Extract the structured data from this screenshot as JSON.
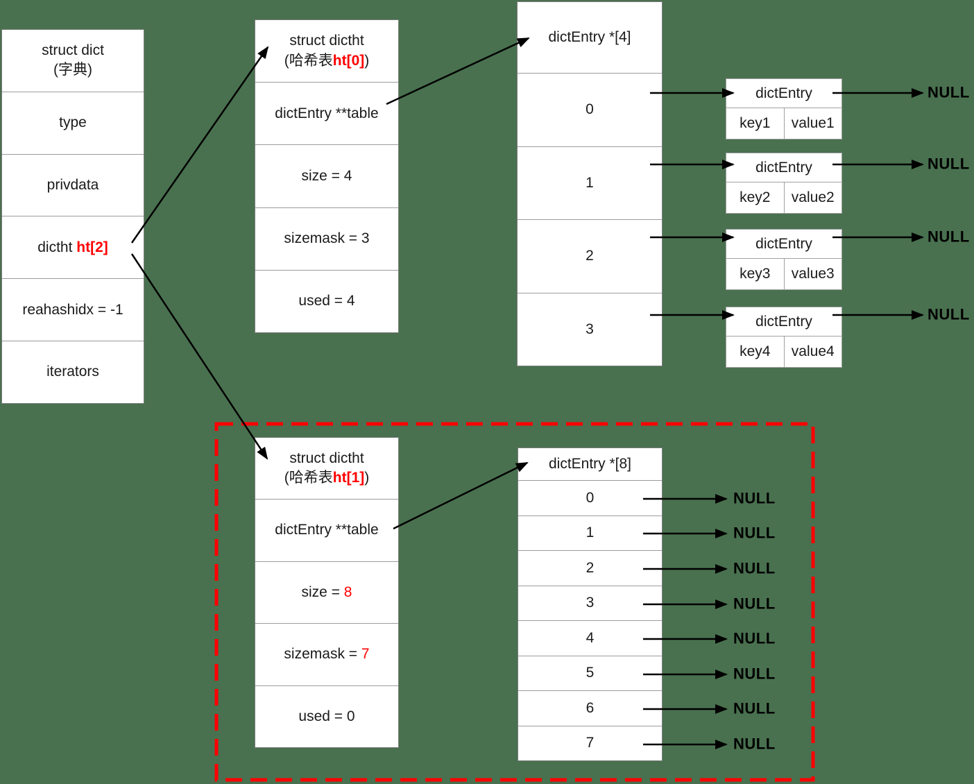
{
  "colors": {
    "background": "#49714f",
    "highlight_red": "#ff0000",
    "dashed_border": "#ff0000",
    "box_fill": "#ffffff",
    "arrow": "#000000"
  },
  "dict_box": {
    "title_line1": "struct dict",
    "title_line2": "(字典)",
    "row_type": "type",
    "row_privdata": "privdata",
    "row_dictht_prefix": "dictht ",
    "row_dictht_highlight": "ht[2]",
    "row_rehash": "reahashidx = -1",
    "row_iterators": "iterators"
  },
  "ht0_box": {
    "title_line1": "struct dictht",
    "title2_pre": "(哈希表",
    "title2_red": "ht[0]",
    "title2_post": ")",
    "row_table": "dictEntry **table",
    "row_size": "size = 4",
    "row_sizemask": "sizemask = 3",
    "row_used": "used = 4"
  },
  "ht1_box": {
    "title_line1": "struct dictht",
    "title2_pre": "(哈希表",
    "title2_red": "ht[1]",
    "title2_post": ")",
    "row_table": "dictEntry **table",
    "size_pre": "size = ",
    "size_red": "8",
    "sizemask_pre": "sizemask = ",
    "sizemask_red": "7",
    "row_used": "used = 0"
  },
  "array4": {
    "title": "dictEntry *[4]",
    "cells": [
      "0",
      "1",
      "2",
      "3"
    ]
  },
  "array8": {
    "title": "dictEntry *[8]",
    "cells": [
      "0",
      "1",
      "2",
      "3",
      "4",
      "5",
      "6",
      "7"
    ]
  },
  "entries": [
    {
      "title": "dictEntry",
      "key": "key1",
      "value": "value1"
    },
    {
      "title": "dictEntry",
      "key": "key2",
      "value": "value2"
    },
    {
      "title": "dictEntry",
      "key": "key3",
      "value": "value3"
    },
    {
      "title": "dictEntry",
      "key": "key4",
      "value": "value4"
    }
  ],
  "null_label": "NULL"
}
